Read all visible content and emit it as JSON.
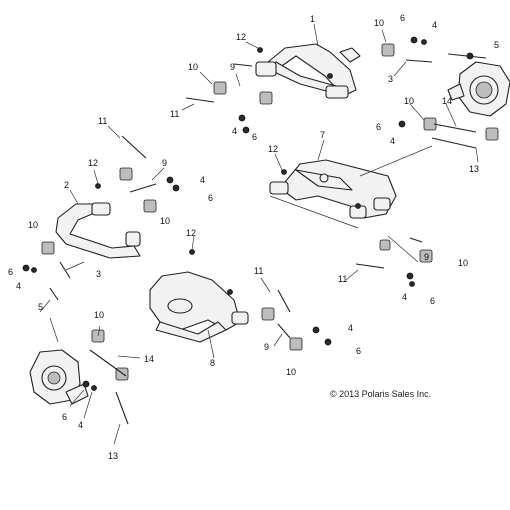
{
  "diagram": {
    "copyright": "© 2013 Polaris Sales Inc.",
    "callouts": {
      "c1": "1",
      "c12a": "12",
      "c10a": "10",
      "c6a": "6",
      "c4a": "4",
      "c5a": "5",
      "c10b": "10",
      "c9a": "9",
      "c3a": "3",
      "c11a": "11",
      "c4b": "4",
      "c6b": "6",
      "c10c": "10",
      "c14a": "14",
      "c6c": "6",
      "c4c": "4",
      "c13a": "13",
      "c7": "7",
      "c12b": "12",
      "c11b": "11",
      "c12c": "12",
      "c9b": "9",
      "c4d": "4",
      "c2": "2",
      "c6d": "6",
      "c10d": "10",
      "c10e": "10",
      "c6e": "6",
      "c4e": "4",
      "c3b": "3",
      "c5b": "5",
      "c12d": "12",
      "c9c": "9",
      "c10f": "10",
      "c11c": "11",
      "c4f": "4",
      "c6f": "6",
      "c11d": "11",
      "c4g": "4",
      "c6g": "6",
      "c8": "8",
      "c9d": "9",
      "c10g": "10",
      "c10h": "10",
      "c14b": "14",
      "c6h": "6",
      "c4h": "4",
      "c13b": "13"
    }
  }
}
